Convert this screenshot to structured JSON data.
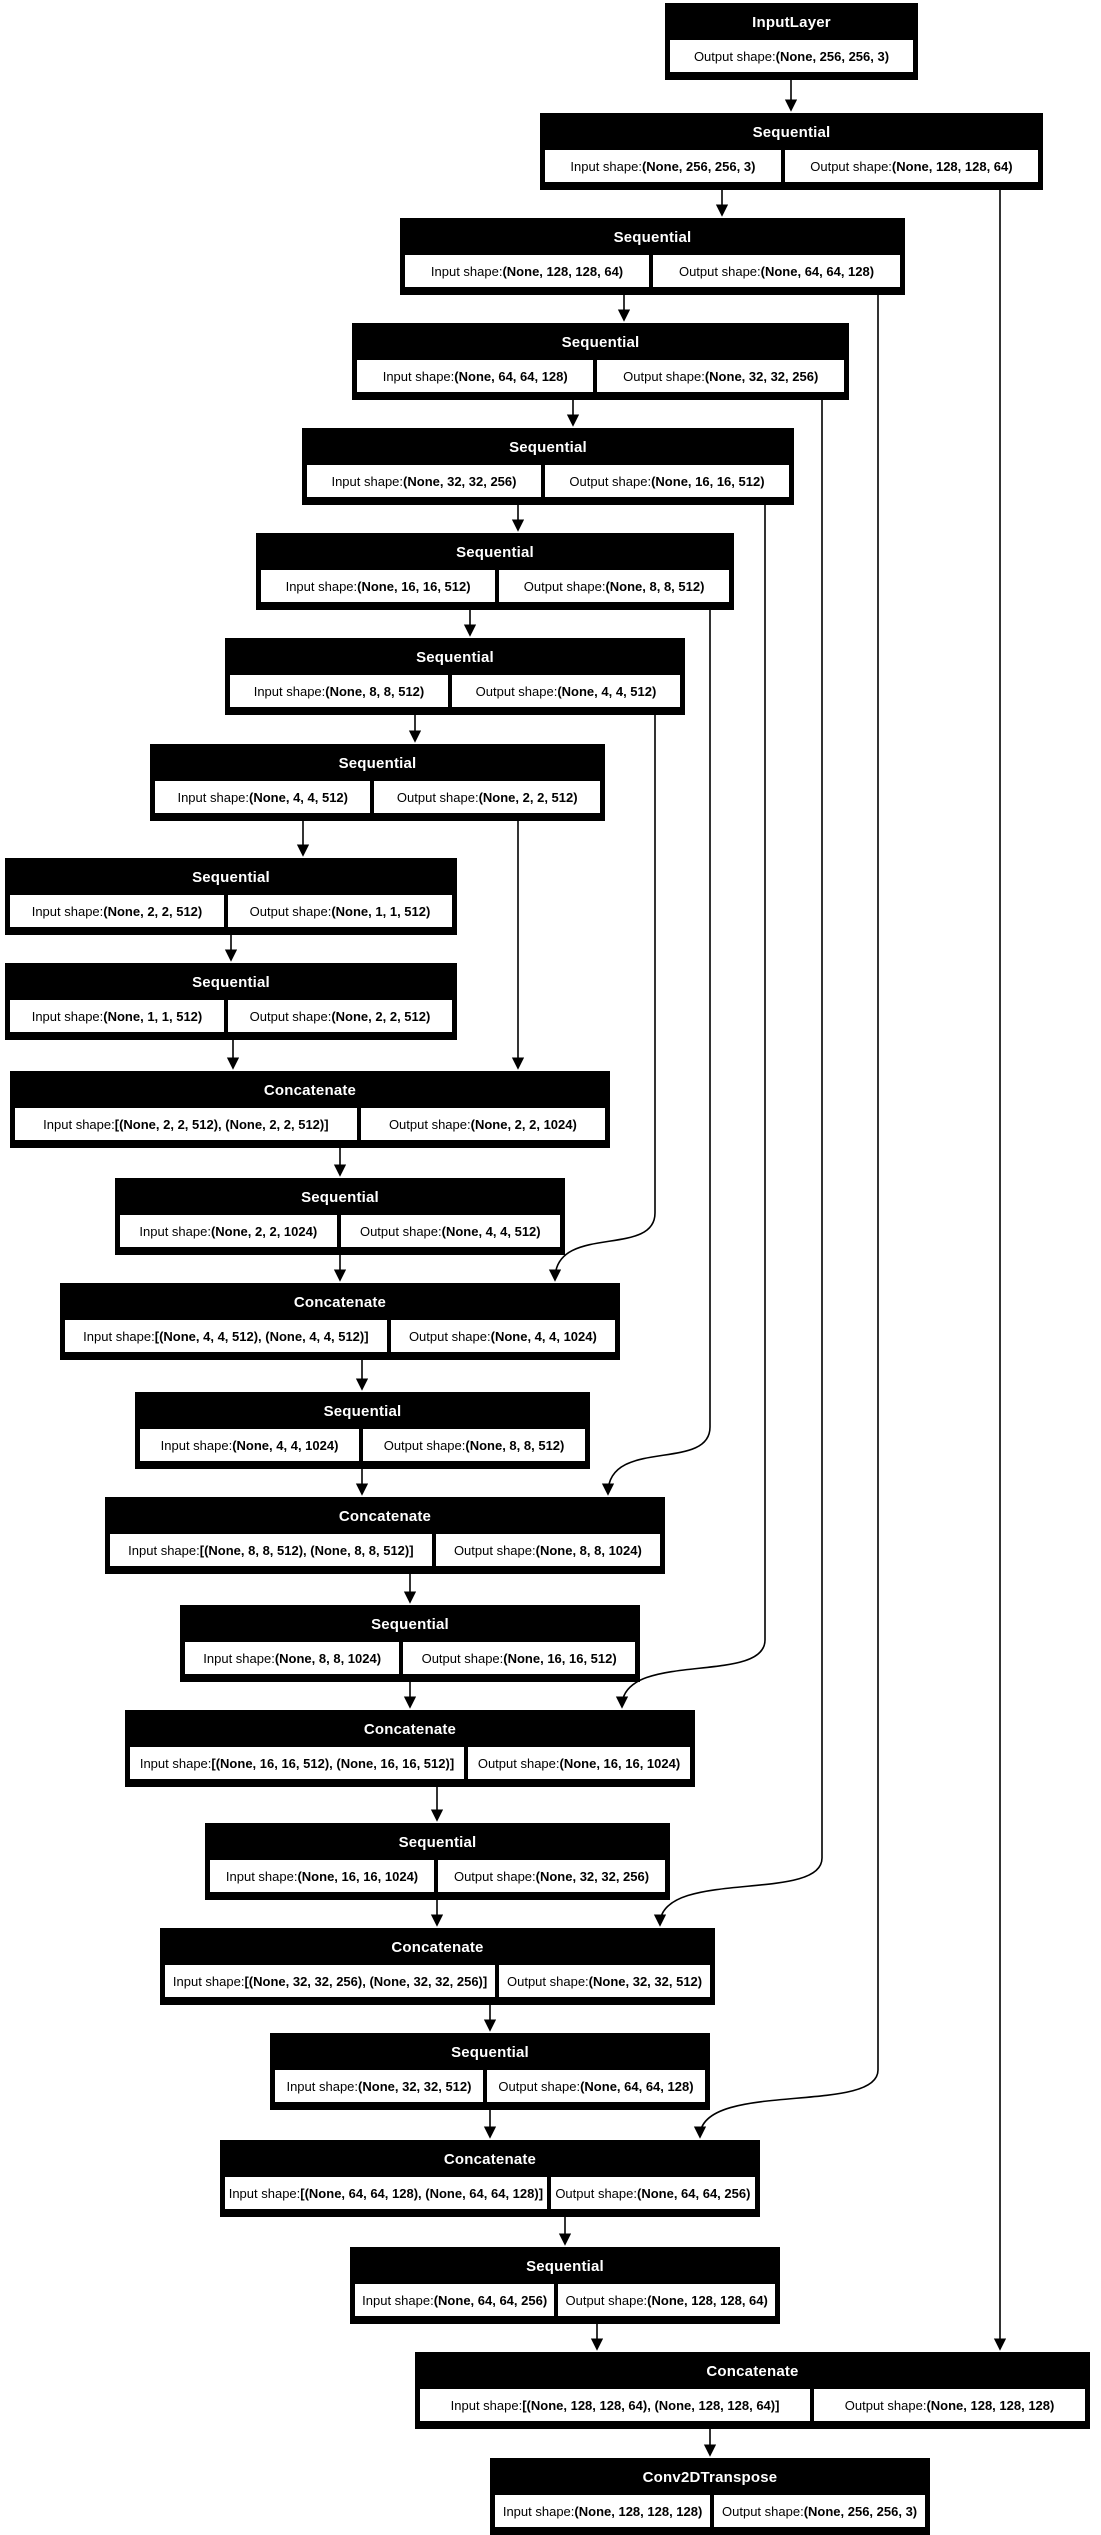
{
  "diagram": {
    "kind": "keras-model-graph",
    "labels": {
      "input_prefix": "Input shape: ",
      "output_prefix": "Output shape: "
    },
    "colors": {
      "node_fill": "#000000",
      "node_title_text": "#ffffff",
      "cell_bg": "#ffffff",
      "cell_text": "#000000",
      "edge": "#000000",
      "background": "#ffffff"
    },
    "nodes": [
      {
        "title": "InputLayer",
        "output_shape": "(None, 256, 256, 3)"
      },
      {
        "title": "Sequential",
        "input_shape": "(None, 256, 256, 3)",
        "output_shape": "(None, 128, 128, 64)"
      },
      {
        "title": "Sequential",
        "input_shape": "(None, 128, 128, 64)",
        "output_shape": "(None, 64, 64, 128)"
      },
      {
        "title": "Sequential",
        "input_shape": "(None, 64, 64, 128)",
        "output_shape": "(None, 32, 32, 256)"
      },
      {
        "title": "Sequential",
        "input_shape": "(None, 32, 32, 256)",
        "output_shape": "(None, 16, 16, 512)"
      },
      {
        "title": "Sequential",
        "input_shape": "(None, 16, 16, 512)",
        "output_shape": "(None, 8, 8, 512)"
      },
      {
        "title": "Sequential",
        "input_shape": "(None, 8, 8, 512)",
        "output_shape": "(None, 4, 4, 512)"
      },
      {
        "title": "Sequential",
        "input_shape": "(None, 4, 4, 512)",
        "output_shape": "(None, 2, 2, 512)"
      },
      {
        "title": "Sequential",
        "input_shape": "(None, 2, 2, 512)",
        "output_shape": "(None, 1, 1, 512)"
      },
      {
        "title": "Sequential",
        "input_shape": "(None, 1, 1, 512)",
        "output_shape": "(None, 2, 2, 512)"
      },
      {
        "title": "Concatenate",
        "input_shape": "[(None, 2, 2, 512), (None, 2, 2, 512)]",
        "output_shape": "(None, 2, 2, 1024)"
      },
      {
        "title": "Sequential",
        "input_shape": "(None, 2, 2, 1024)",
        "output_shape": "(None, 4, 4, 512)"
      },
      {
        "title": "Concatenate",
        "input_shape": "[(None, 4, 4, 512), (None, 4, 4, 512)]",
        "output_shape": "(None, 4, 4, 1024)"
      },
      {
        "title": "Sequential",
        "input_shape": "(None, 4, 4, 1024)",
        "output_shape": "(None, 8, 8, 512)"
      },
      {
        "title": "Concatenate",
        "input_shape": "[(None, 8, 8, 512), (None, 8, 8, 512)]",
        "output_shape": "(None, 8, 8, 1024)"
      },
      {
        "title": "Sequential",
        "input_shape": "(None, 8, 8, 1024)",
        "output_shape": "(None, 16, 16, 512)"
      },
      {
        "title": "Concatenate",
        "input_shape": "[(None, 16, 16, 512), (None, 16, 16, 512)]",
        "output_shape": "(None, 16, 16, 1024)"
      },
      {
        "title": "Sequential",
        "input_shape": "(None, 16, 16, 1024)",
        "output_shape": "(None, 32, 32, 256)"
      },
      {
        "title": "Concatenate",
        "input_shape": "[(None, 32, 32, 256), (None, 32, 32, 256)]",
        "output_shape": "(None, 32, 32, 512)"
      },
      {
        "title": "Sequential",
        "input_shape": "(None, 32, 32, 512)",
        "output_shape": "(None, 64, 64, 128)"
      },
      {
        "title": "Concatenate",
        "input_shape": "[(None, 64, 64, 128), (None, 64, 64, 128)]",
        "output_shape": "(None, 64, 64, 256)"
      },
      {
        "title": "Sequential",
        "input_shape": "(None, 64, 64, 256)",
        "output_shape": "(None, 128, 128, 64)"
      },
      {
        "title": "Concatenate",
        "input_shape": "[(None, 128, 128, 64), (None, 128, 128, 64)]",
        "output_shape": "(None, 128, 128, 128)"
      },
      {
        "title": "Conv2DTranspose",
        "input_shape": "(None, 128, 128, 128)",
        "output_shape": "(None, 256, 256, 3)"
      }
    ],
    "edges": [
      {
        "from": 0,
        "to": 1,
        "kind": "chain"
      },
      {
        "from": 1,
        "to": 2,
        "kind": "chain"
      },
      {
        "from": 2,
        "to": 3,
        "kind": "chain"
      },
      {
        "from": 3,
        "to": 4,
        "kind": "chain"
      },
      {
        "from": 4,
        "to": 5,
        "kind": "chain"
      },
      {
        "from": 5,
        "to": 6,
        "kind": "chain"
      },
      {
        "from": 6,
        "to": 7,
        "kind": "chain"
      },
      {
        "from": 7,
        "to": 8,
        "kind": "chain"
      },
      {
        "from": 8,
        "to": 9,
        "kind": "chain"
      },
      {
        "from": 9,
        "to": 10,
        "kind": "chain"
      },
      {
        "from": 10,
        "to": 11,
        "kind": "chain"
      },
      {
        "from": 11,
        "to": 12,
        "kind": "chain"
      },
      {
        "from": 12,
        "to": 13,
        "kind": "chain"
      },
      {
        "from": 13,
        "to": 14,
        "kind": "chain"
      },
      {
        "from": 14,
        "to": 15,
        "kind": "chain"
      },
      {
        "from": 15,
        "to": 16,
        "kind": "chain"
      },
      {
        "from": 16,
        "to": 17,
        "kind": "chain"
      },
      {
        "from": 17,
        "to": 18,
        "kind": "chain"
      },
      {
        "from": 18,
        "to": 19,
        "kind": "chain"
      },
      {
        "from": 19,
        "to": 20,
        "kind": "chain"
      },
      {
        "from": 20,
        "to": 21,
        "kind": "chain"
      },
      {
        "from": 21,
        "to": 22,
        "kind": "chain"
      },
      {
        "from": 22,
        "to": 23,
        "kind": "chain"
      },
      {
        "from": 7,
        "to": 10,
        "kind": "skip"
      },
      {
        "from": 6,
        "to": 12,
        "kind": "skip"
      },
      {
        "from": 5,
        "to": 14,
        "kind": "skip"
      },
      {
        "from": 4,
        "to": 16,
        "kind": "skip"
      },
      {
        "from": 3,
        "to": 18,
        "kind": "skip"
      },
      {
        "from": 2,
        "to": 20,
        "kind": "skip"
      },
      {
        "from": 1,
        "to": 22,
        "kind": "skip"
      }
    ]
  }
}
